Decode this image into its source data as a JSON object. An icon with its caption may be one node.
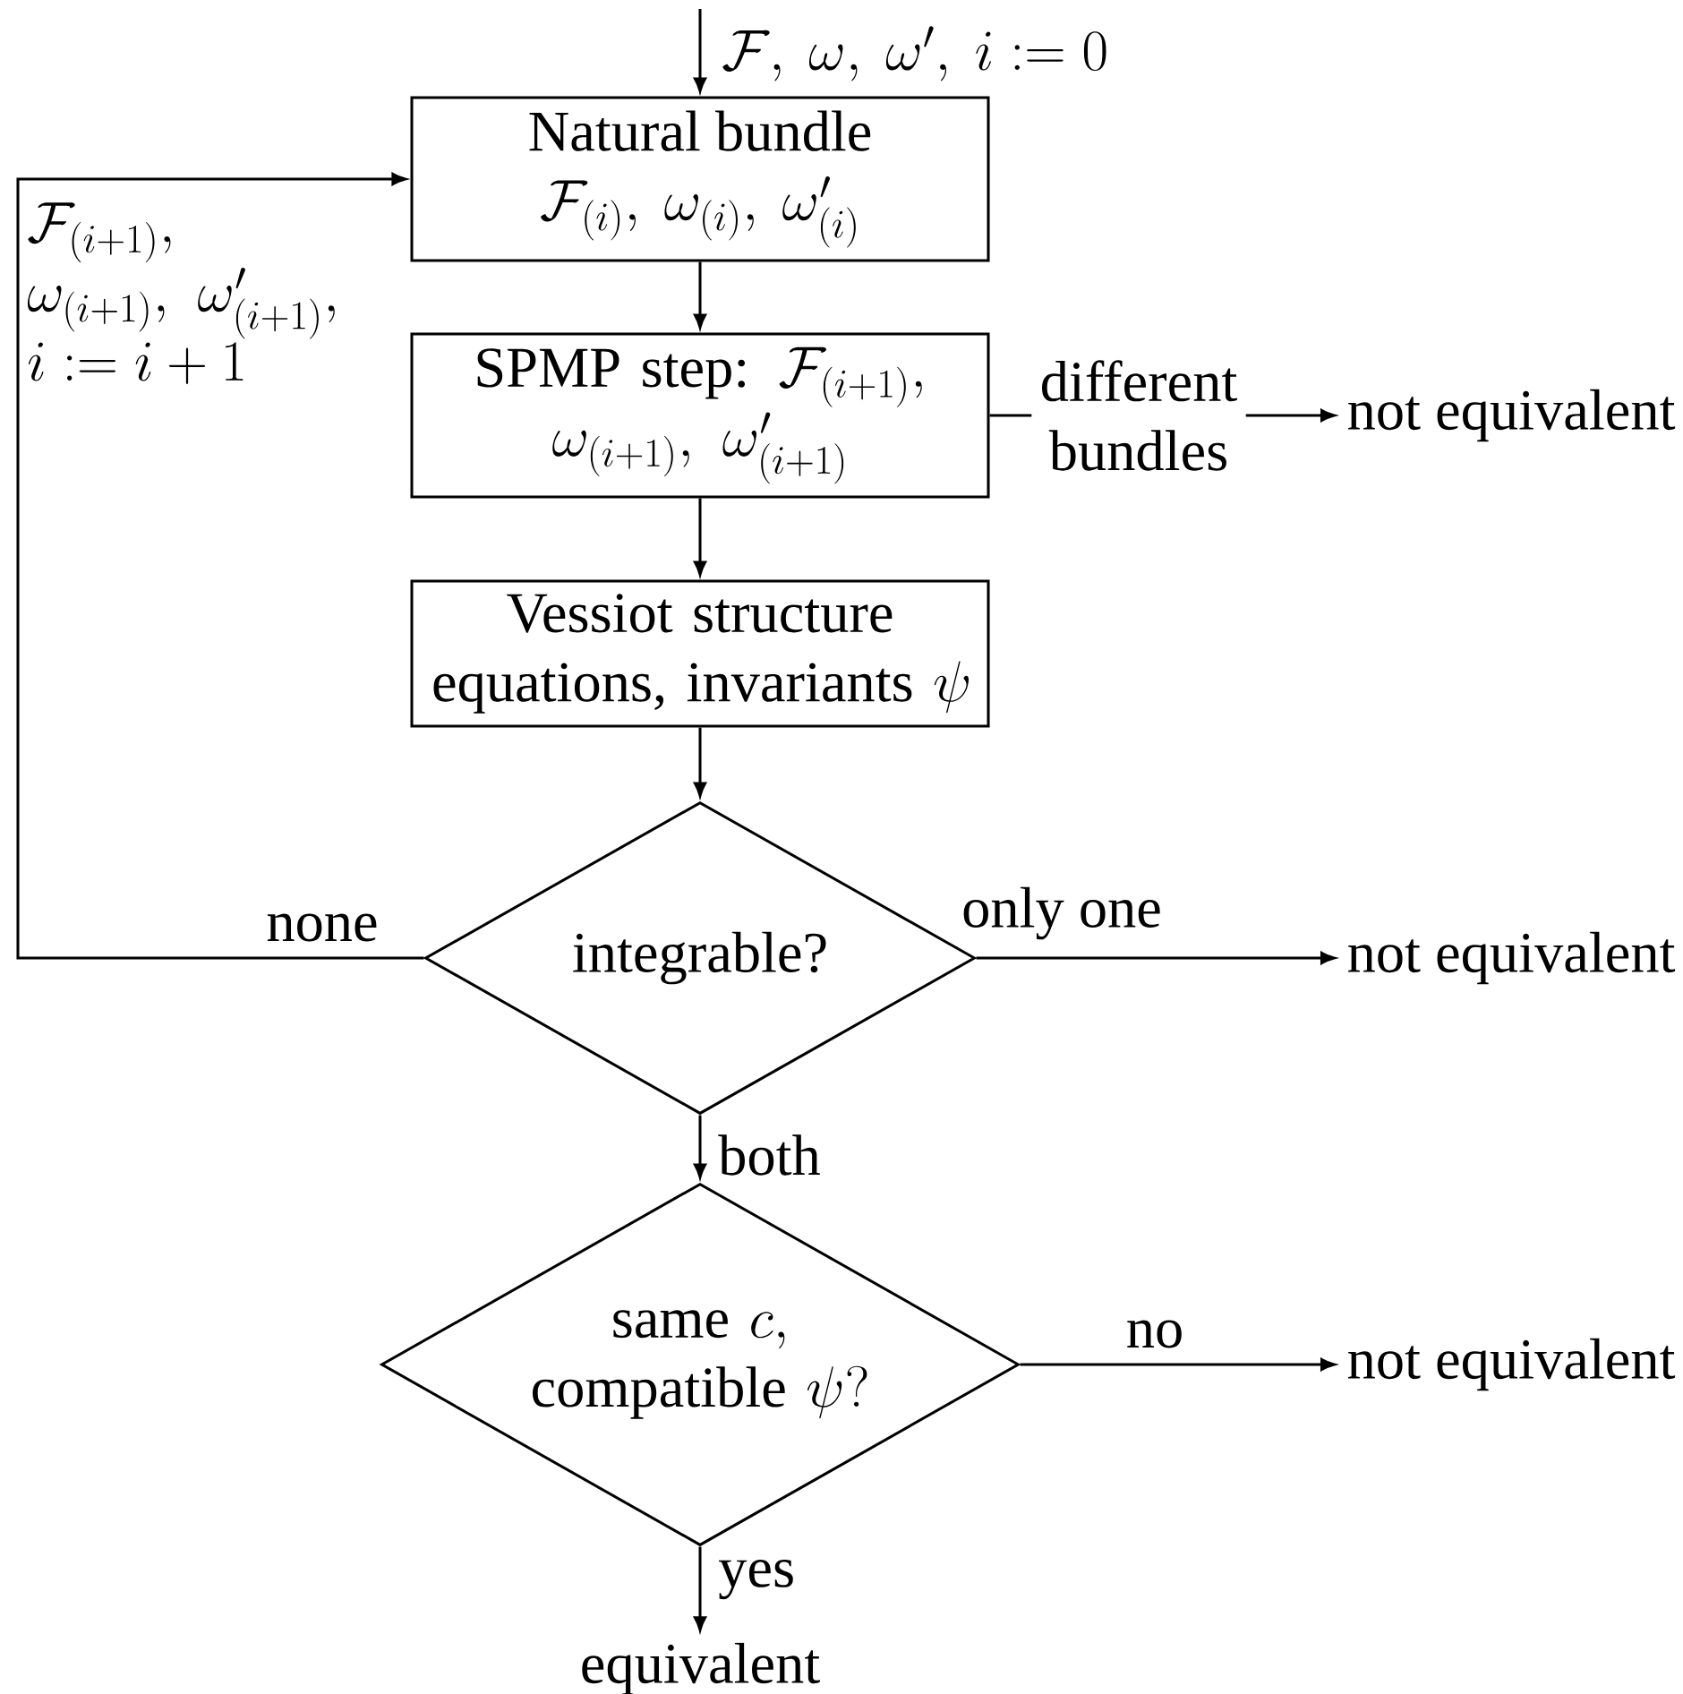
{
  "diagram": {
    "nodes": [
      {
        "text": [
          "Natural bundle",
          "\\mathcal{F}_{(i)},\\ \\omega_{(i)},\\ \\omega'_{(i)}"
        ]
      },
      {
        "text": [
          "\\text{SPMP step: }\\mathcal{F}_{(i+1)},\\allowbreak\\ \\omega_{(i+1)},\\ \\omega'_{(i+1)}"
        ]
      },
      {
        "text": [
          "\\text{Vessiot structure}\\allowbreak\\ \\text{equations, invariants }\\psi"
        ]
      },
      {
        "text": [
          "integrable?"
        ]
      },
      {
        "text": [
          "\\text{same }c,\\allowbreak\\ \\text{compatible }\\psi?"
        ]
      },
      {
        "text": [
          "not equivalent"
        ]
      },
      {
        "text": [
          "not equivalent"
        ]
      },
      {
        "text": [
          "not equivalent"
        ]
      },
      {
        "text": [
          "equivalent"
        ]
      }
    ],
    "edges": [
      {
        "from": null,
        "to": 0,
        "arrow": "to",
        "label": "\\mathcal{F},\\ \\omega,\\ \\omega',\\ i:=0"
      },
      {
        "from": 0,
        "to": 1,
        "arrow": "to"
      },
      {
        "from": 1,
        "to": 5,
        "arrow": "to",
        "label": "different bundles"
      },
      {
        "from": 1,
        "to": 2,
        "arrow": "to"
      },
      {
        "from": 2,
        "to": 3,
        "arrow": "to"
      },
      {
        "from": 3,
        "to": 0,
        "arrow": "to",
        "label": "none"
      },
      {
        "from": 3,
        "to": 6,
        "arrow": "to",
        "label": "only one"
      },
      {
        "from": 3,
        "to": 4,
        "arrow": "to",
        "label": "both"
      },
      {
        "from": 4,
        "to": 7,
        "arrow": "to",
        "label": "no"
      },
      {
        "from": 4,
        "to": 8,
        "arrow": "to",
        "label": "yes"
      }
    ],
    "labels": [
      "\\mathcal{F}_{(i+1)},\\allowbreak\\ \\omega_{(i+1)},\\ \\omega'_{(i+1)},\\allowbreak\\ i:=i+1"
    ]
  }
}
